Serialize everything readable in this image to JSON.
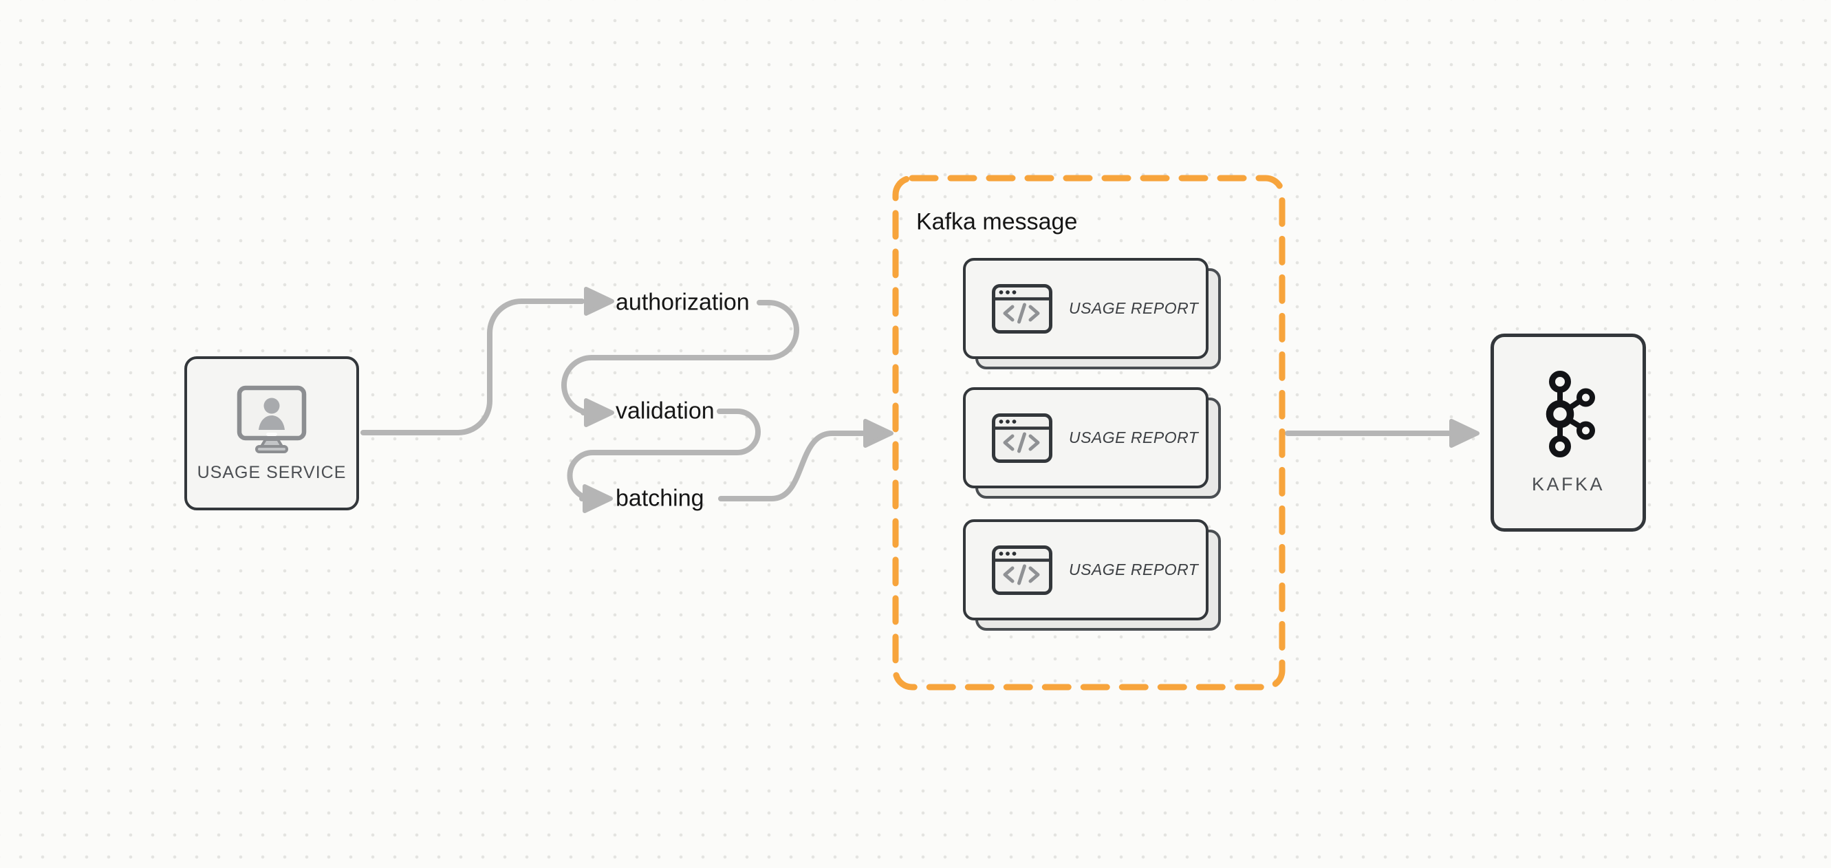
{
  "diagram": {
    "nodes": {
      "usage_service": {
        "label": "USAGE SERVICE",
        "icon": "monitor-user-icon"
      },
      "steps": [
        {
          "label": "authorization"
        },
        {
          "label": "validation"
        },
        {
          "label": "batching"
        }
      ],
      "kafka_message_group": {
        "label": "Kafka message",
        "cards": [
          {
            "label": "USAGE REPORT",
            "icon": "code-window-icon"
          },
          {
            "label": "USAGE REPORT",
            "icon": "code-window-icon"
          },
          {
            "label": "USAGE REPORT",
            "icon": "code-window-icon"
          }
        ]
      },
      "kafka": {
        "label": "KAFKA",
        "icon": "kafka-icon"
      }
    },
    "colors": {
      "background": "#fbfbf9",
      "grid_dot": "#e4e4e1",
      "node_border": "#33373b",
      "node_fill": "#f5f5f3",
      "arrow_gray": "#b5b5b5",
      "group_dashed_orange": "#f7a43c",
      "step_text": "#161616",
      "node_label_text": "#4c4f53",
      "icon_gray": "#8f9194"
    }
  }
}
